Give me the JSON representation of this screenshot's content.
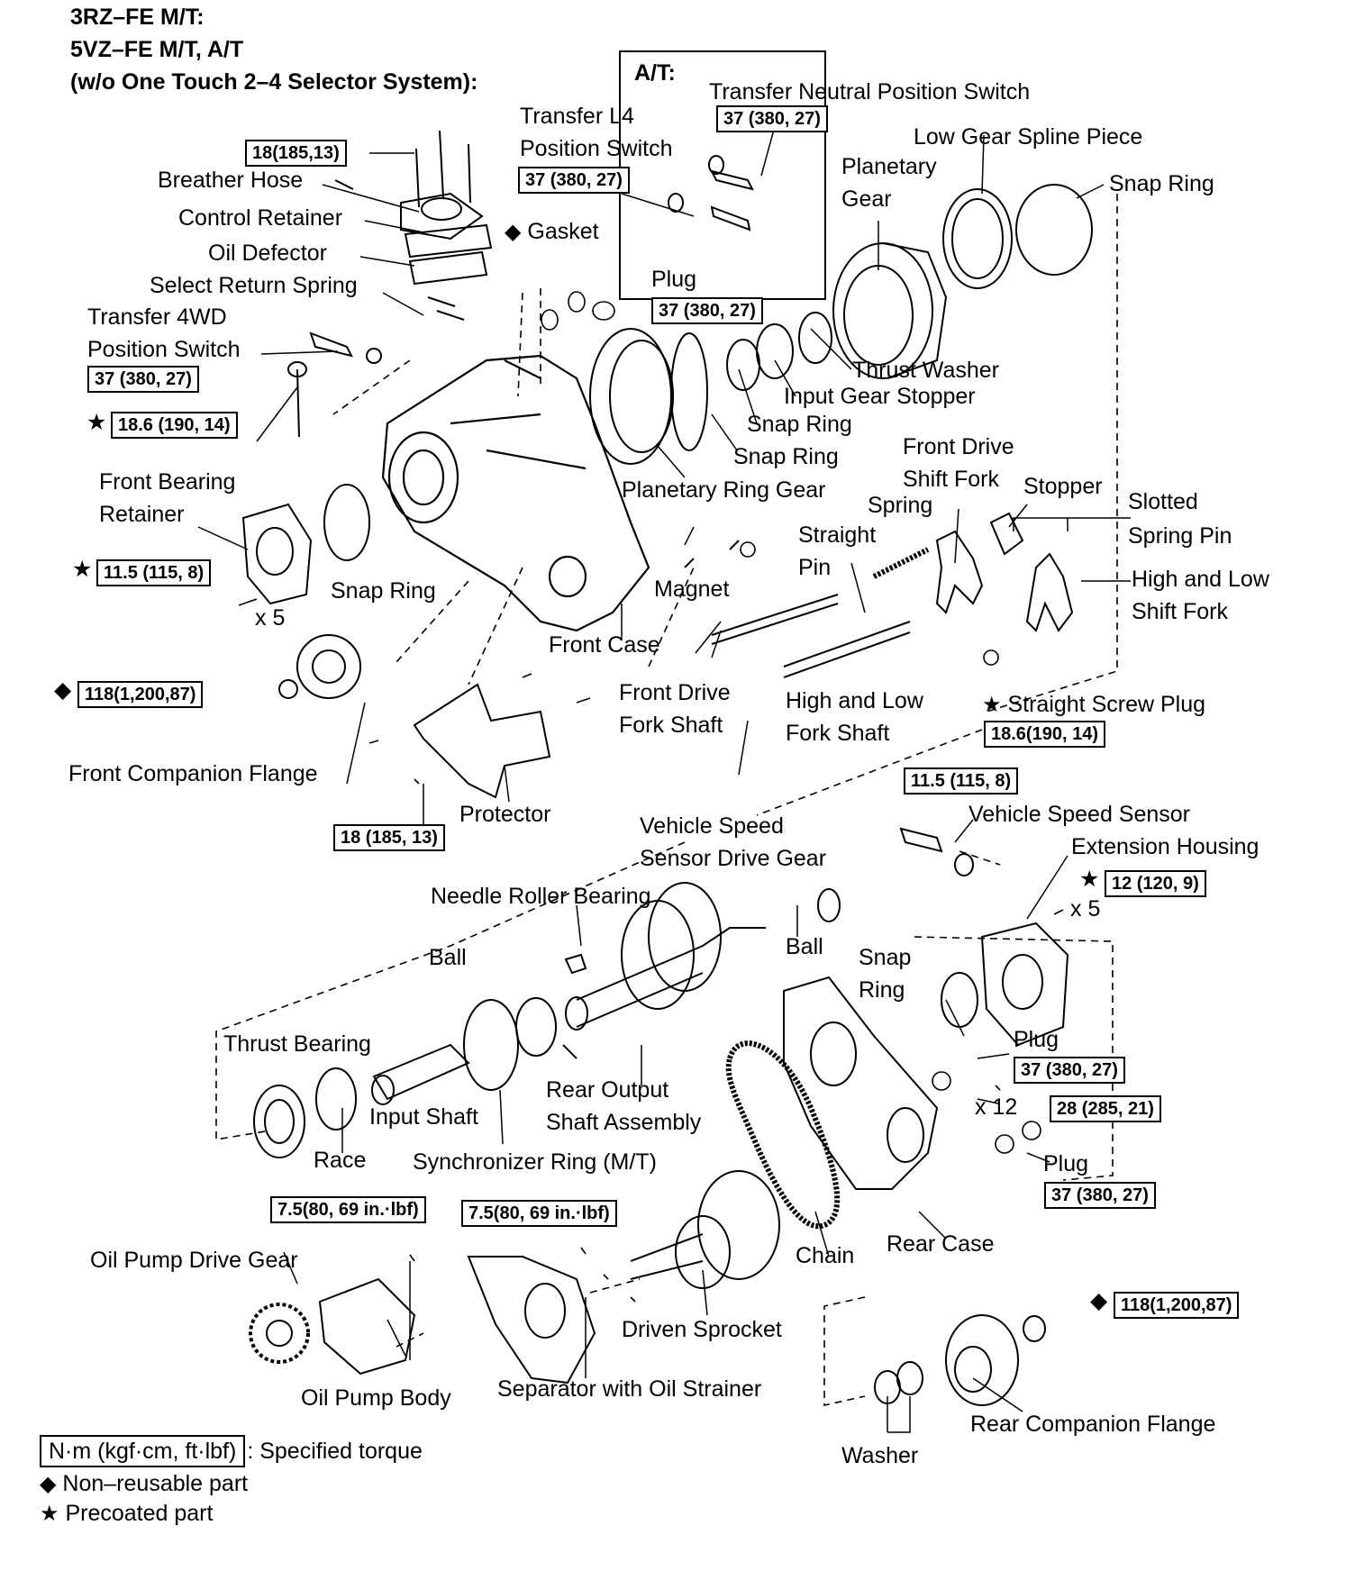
{
  "header": {
    "line1": "3RZ–FE M/T:",
    "line2": "5VZ–FE M/T, A/T",
    "line3": "(w/o One Touch 2–4 Selector System):"
  },
  "symbols": {
    "nonreusable": "◆",
    "precoated": "★"
  },
  "at_box_label": "A/T:",
  "labels": {
    "transfer_neutral_switch": "Transfer Neutral Position Switch",
    "transfer_l4_a": "Transfer L4",
    "transfer_l4_b": "Position Switch",
    "low_gear_spline": "Low Gear Spline Piece",
    "planetary_gear_a": "Planetary",
    "planetary_gear_b": "Gear",
    "snap_ring_top": "Snap Ring",
    "breather_hose": "Breather Hose",
    "control_retainer": "Control Retainer",
    "gasket": "Gasket",
    "oil_defector": "Oil Defector",
    "select_return_spring": "Select Return Spring",
    "plug_top": "Plug",
    "transfer_4wd_a": "Transfer 4WD",
    "transfer_4wd_b": "Position Switch",
    "thrust_washer": "Thrust Washer",
    "input_gear_stopper": "Input Gear Stopper",
    "snap_ring_mid1": "Snap Ring",
    "snap_ring_mid2": "Snap Ring",
    "front_drive_shift_fork_a": "Front Drive",
    "front_drive_shift_fork_b": "Shift Fork",
    "front_bearing_retainer_a": "Front Bearing",
    "front_bearing_retainer_b": "Retainer",
    "planetary_ring_gear": "Planetary Ring Gear",
    "spring": "Spring",
    "stopper": "Stopper",
    "slotted_spring_pin_a": "Slotted",
    "slotted_spring_pin_b": "Spring Pin",
    "straight_pin_a": "Straight",
    "straight_pin_b": "Pin",
    "high_low_shift_fork_a": "High and Low",
    "high_low_shift_fork_b": "Shift Fork",
    "snap_ring_left": "Snap Ring",
    "magnet": "Magnet",
    "x5_top": "x 5",
    "front_case": "Front Case",
    "front_drive_fork_shaft_a": "Front Drive",
    "front_drive_fork_shaft_b": "Fork Shaft",
    "high_low_fork_shaft_a": "High and Low",
    "high_low_fork_shaft_b": "Fork Shaft",
    "straight_screw_plug": "Straight Screw Plug",
    "front_companion_flange": "Front Companion Flange",
    "protector": "Protector",
    "vehicle_speed_sensor": "Vehicle Speed Sensor",
    "vss_drive_gear_a": "Vehicle Speed",
    "vss_drive_gear_b": "Sensor Drive Gear",
    "extension_housing": "Extension Housing",
    "x5_bottom": "x 5",
    "needle_roller_bearing": "Needle Roller Bearing",
    "ball_left": "Ball",
    "ball_right": "Ball",
    "snap_ring_bottom_a": "Snap",
    "snap_ring_bottom_b": "Ring",
    "thrust_bearing": "Thrust Bearing",
    "plug_mid": "Plug",
    "rear_output_a": "Rear Output",
    "rear_output_b": "Shaft Assembly",
    "input_shaft": "Input Shaft",
    "x12": "x 12",
    "race": "Race",
    "synchronizer_ring": "Synchronizer Ring (M/T)",
    "plug_bottom": "Plug",
    "oil_pump_drive_gear": "Oil Pump Drive Gear",
    "chain": "Chain",
    "rear_case": "Rear Case",
    "driven_sprocket": "Driven Sprocket",
    "oil_pump_body": "Oil Pump Body",
    "separator": "Separator with Oil Strainer",
    "rear_companion_flange": "Rear Companion Flange",
    "washer": "Washer"
  },
  "torques": {
    "t1": "18(185,13)",
    "t2": "37 (380, 27)",
    "t3": "37 (380, 27)",
    "t4": "37 (380, 27)",
    "t5": "37 (380, 27)",
    "t6": "18.6 (190, 14)",
    "t7": "11.5 (115, 8)",
    "t8": "118(1,200,87)",
    "t9": "18.6(190, 14)",
    "t10": "18 (185, 13)",
    "t11": "11.5 (115, 8)",
    "t12": "12 (120, 9)",
    "t13": "37 (380, 27)",
    "t14": "28 (285, 21)",
    "t15": "37 (380, 27)",
    "t16": "7.5(80, 69 in.·lbf)",
    "t17": "7.5(80, 69 in.·lbf)",
    "t18": "118(1,200,87)"
  },
  "legend": {
    "unit": "N·m (kgf·cm, ft·lbf)",
    "unit_desc": ": Specified torque",
    "nonreusable": "Non–reusable part",
    "precoated": "Precoated part"
  }
}
